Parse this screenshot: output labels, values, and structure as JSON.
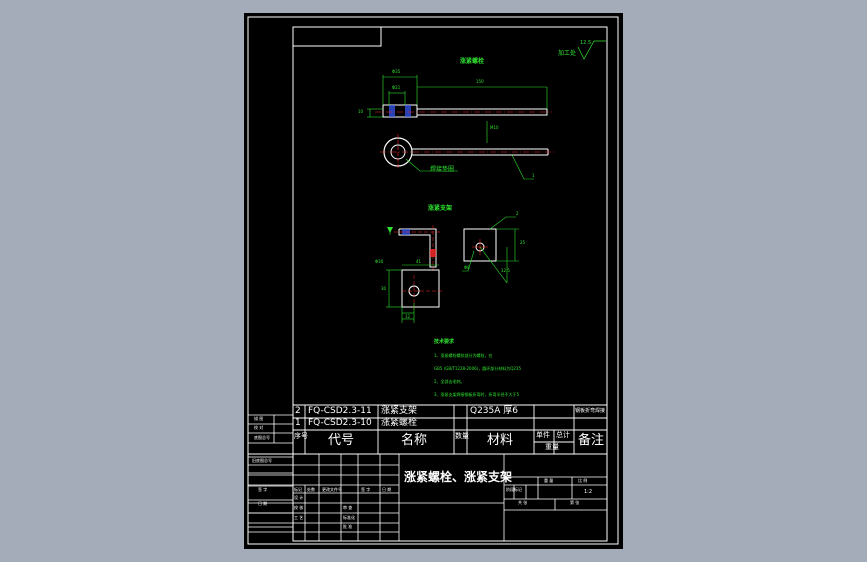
{
  "colors": {
    "background": "#a3acb8",
    "paper": "#000000",
    "frame": "#ffffff",
    "annotation": "#2fe32f",
    "centerline": "#ff2a2a",
    "section": "#3a5cff"
  },
  "drawing": {
    "part1_title": "涨紧螺栓",
    "part2_title": "涨紧支架",
    "surface_roughness": "12.5",
    "surface_note": "加工处",
    "dims": {
      "d1": "Φ35",
      "d2": "Φ21",
      "length": "150",
      "height_left": "10",
      "m_thread": "M10",
      "part2_d": "Φ30",
      "part2_w": "41",
      "part2_h": "30",
      "part2_b": "12",
      "part2_side": "25",
      "part2_v": "12.5",
      "part2_hole": "Φ8"
    },
    "weld_label": "焊接垫圈",
    "balloons": [
      "1",
      "2"
    ],
    "notes": {
      "title": "技术要求",
      "lines": [
        "1、涨紧螺栓螺纹部分为螺栓，在",
        "GB5 (GB/T1228-2006)，圆环部分材料为Q235",
        "2、全部去毛刺。",
        "3、涨紧支架焊接钢板折弯时，折弯半径不大于5"
      ]
    }
  },
  "bom": {
    "rows": [
      {
        "seq": "2",
        "code": "FQ-CSD2.3-11",
        "name": "涨紧支架",
        "qty": "",
        "material": "Q235A 厚6",
        "note": "钢板折弯焊接"
      },
      {
        "seq": "1",
        "code": "FQ-CSD2.3-10",
        "name": "涨紧螺栓",
        "qty": "",
        "material": "",
        "note": ""
      }
    ],
    "header": {
      "seq": "序号",
      "code": "代号",
      "name": "名称",
      "qty": "数量",
      "material": "材料",
      "unit": "单件",
      "total": "总计",
      "weight": "重量",
      "note": "备注"
    }
  },
  "side_labels": [
    "描 图",
    "校 对",
    "底图总号",
    "签 字",
    "日 期"
  ],
  "title_block": {
    "title": "涨紧螺栓、涨紧支架",
    "scale": "1:2",
    "stage_label": "阶段标记",
    "weight_label": "重 量",
    "scale_label": "比 例",
    "sheet_label": "共  张",
    "sheet_of": "第  张",
    "left_labels": [
      "标记",
      "处数",
      "更改文件号",
      "签 字",
      "日 期",
      "设 计",
      "校 核",
      "审 查",
      "工 艺",
      "标准化",
      "批 准",
      "旧底图总号"
    ]
  }
}
